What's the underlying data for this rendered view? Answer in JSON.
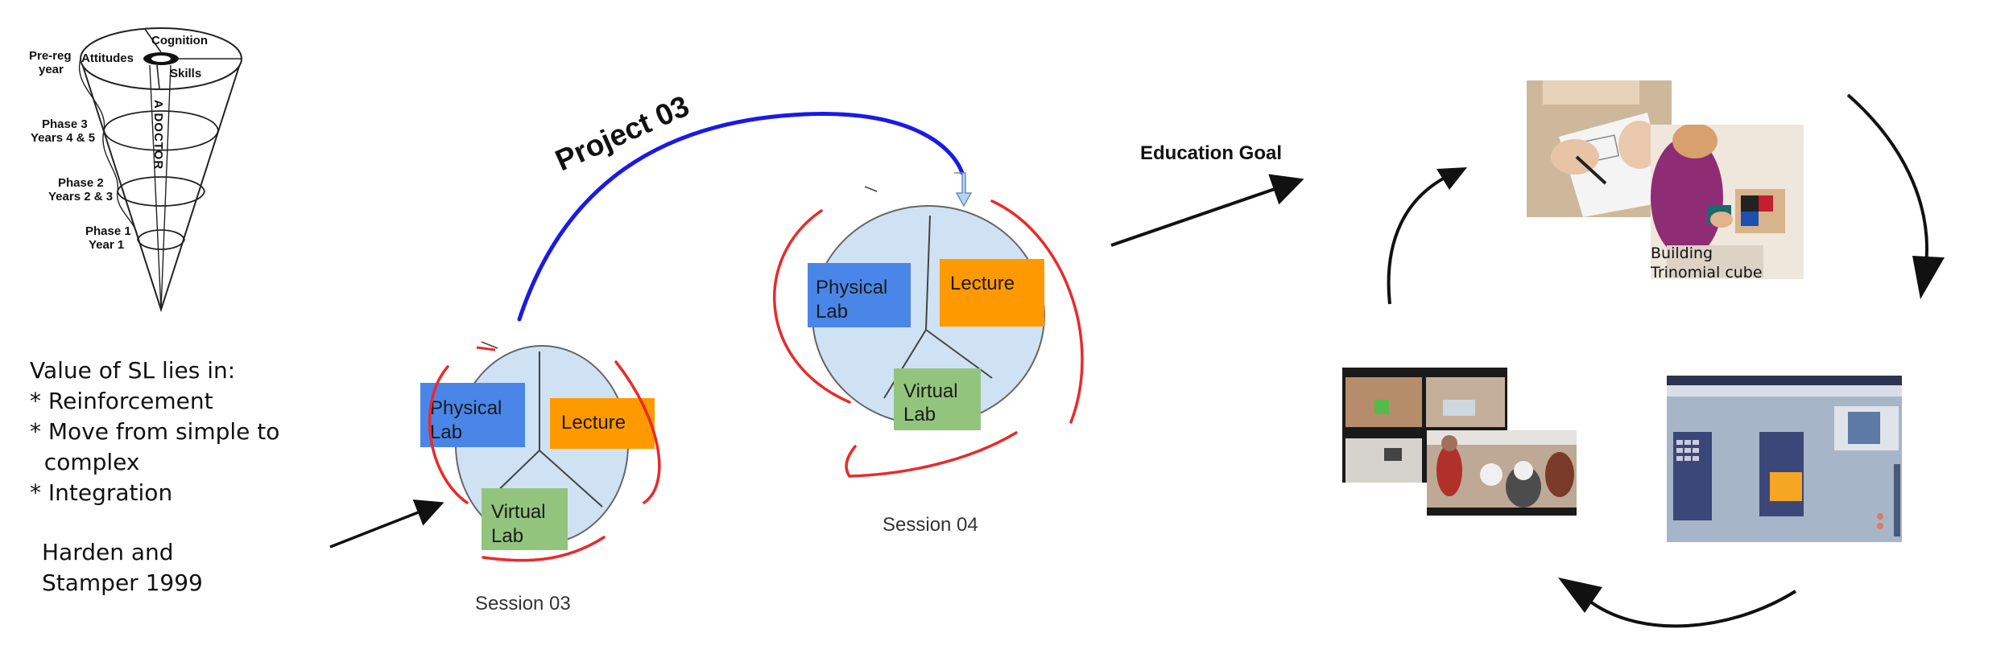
{
  "cone": {
    "top_labels": [
      "Cognition",
      "Attitudes",
      "Skills"
    ],
    "spine_text": "A DOCTOR",
    "levels": [
      {
        "label_line1": "Pre-reg",
        "label_line2": "year"
      },
      {
        "label_line1": "Phase 3",
        "label_line2": "Years 4 & 5"
      },
      {
        "label_line1": "Phase 2",
        "label_line2": "Years 2 & 3"
      },
      {
        "label_line1": "Phase 1",
        "label_line2": "Year 1"
      }
    ]
  },
  "notes": {
    "value_lines": [
      "Value of SL lies in:",
      "* Reinforcement",
      "* Move from simple to",
      "  complex",
      "* Integration"
    ],
    "citation_lines": [
      "Harden and",
      "Stamper 1999"
    ]
  },
  "project_label": "Project 03",
  "session03": {
    "caption": "Session 03",
    "physical_lab": [
      "Physical",
      "Lab"
    ],
    "lecture": "Lecture",
    "virtual_lab": [
      "Virtual",
      "Lab"
    ]
  },
  "session04": {
    "caption": "Session 04",
    "physical_lab": [
      "Physical",
      "Lab"
    ],
    "lecture": "Lecture",
    "virtual_lab": [
      "Virtual",
      "Lab"
    ]
  },
  "education_goal": "Education Goal",
  "photos": {
    "cube_caption": [
      "Building",
      "Trinomial cube"
    ]
  },
  "colors": {
    "physical_lab": "#4a86e8",
    "lecture": "#ff9900",
    "virtual_lab": "#93c47d",
    "circle_fill": "#cfe2f3",
    "red_arrow": "#ea2a2a",
    "blue_arc": "#1a1ae6"
  }
}
